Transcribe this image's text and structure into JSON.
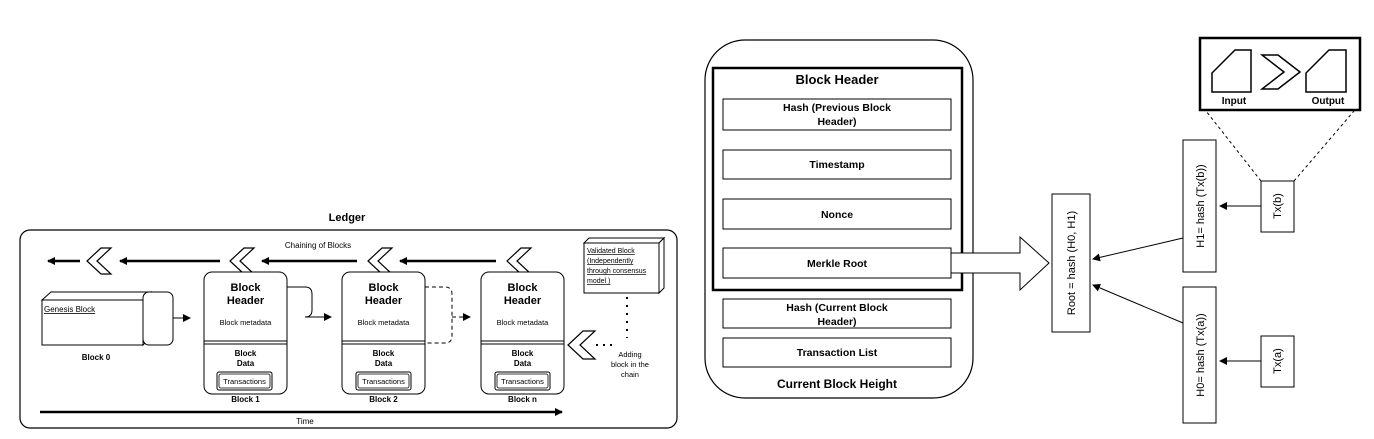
{
  "ledger": {
    "title": "Ledger",
    "chaining_label": "Chaining of Blocks",
    "time_label": "Time",
    "genesis_label": "Genesis Block",
    "validated_block_lines": [
      "Validated Block",
      "(Independently",
      "through consensus",
      "model )"
    ],
    "adding_lines": [
      "Adding",
      "block in the",
      "chain"
    ],
    "header_lines": [
      "Block",
      "Header"
    ],
    "metadata_label": "Block metadata",
    "data_lines": [
      "Block",
      "Data"
    ],
    "transactions_label": "Transactions",
    "block_names": [
      "Block 0",
      "Block 1",
      "Block 2",
      "Block n"
    ]
  },
  "block_structure": {
    "header_title": "Block Header",
    "hash_prev_lines": [
      "Hash (Previous Block",
      "Header)"
    ],
    "timestamp": "Timestamp",
    "nonce": "Nonce",
    "merkle_root": "Merkle Root",
    "hash_current_lines": [
      "Hash (Current Block",
      "Header)"
    ],
    "transaction_list": "Transaction List",
    "footer": "Current Block Height"
  },
  "merkle": {
    "root": "Root = hash (H0, H1)",
    "h1": "H1= hash (Tx(b))",
    "h0": "H0= hash (Tx(a))",
    "txb": "Tx(b)",
    "txa": "Tx(a)",
    "input_label": "Input",
    "output_label": "Output"
  }
}
